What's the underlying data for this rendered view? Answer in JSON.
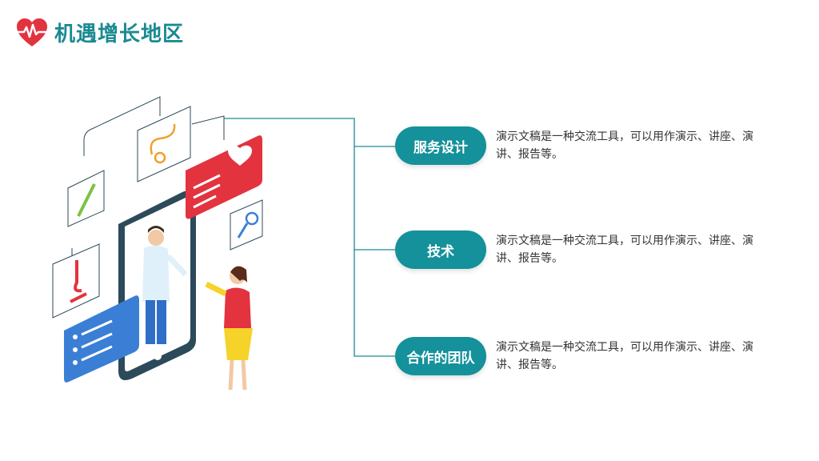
{
  "header": {
    "title": "机遇增长地区",
    "logo_icon": "heart-pulse-icon",
    "accent_color": "#1a8a92"
  },
  "items": [
    {
      "label": "服务设计",
      "text": "演示文稿是一种交流工具，可以用作演示、讲座、演讲、报告等。"
    },
    {
      "label": "技术",
      "text": "演示文稿是一种交流工具，可以用作演示、讲座、演讲、报告等。"
    },
    {
      "label": "合作的团队",
      "text": "演示文稿是一种交流工具，可以用作演示、讲座、演讲、报告等。"
    }
  ],
  "colors": {
    "pill": "#14919a",
    "heart": "#e2333f",
    "line": "#1d8a93"
  },
  "illustration_icons": [
    "stethoscope-icon",
    "syringe-icon",
    "microscope-icon",
    "magnifier-icon",
    "heart-pulse-icon",
    "document-icon",
    "phone-icon"
  ]
}
